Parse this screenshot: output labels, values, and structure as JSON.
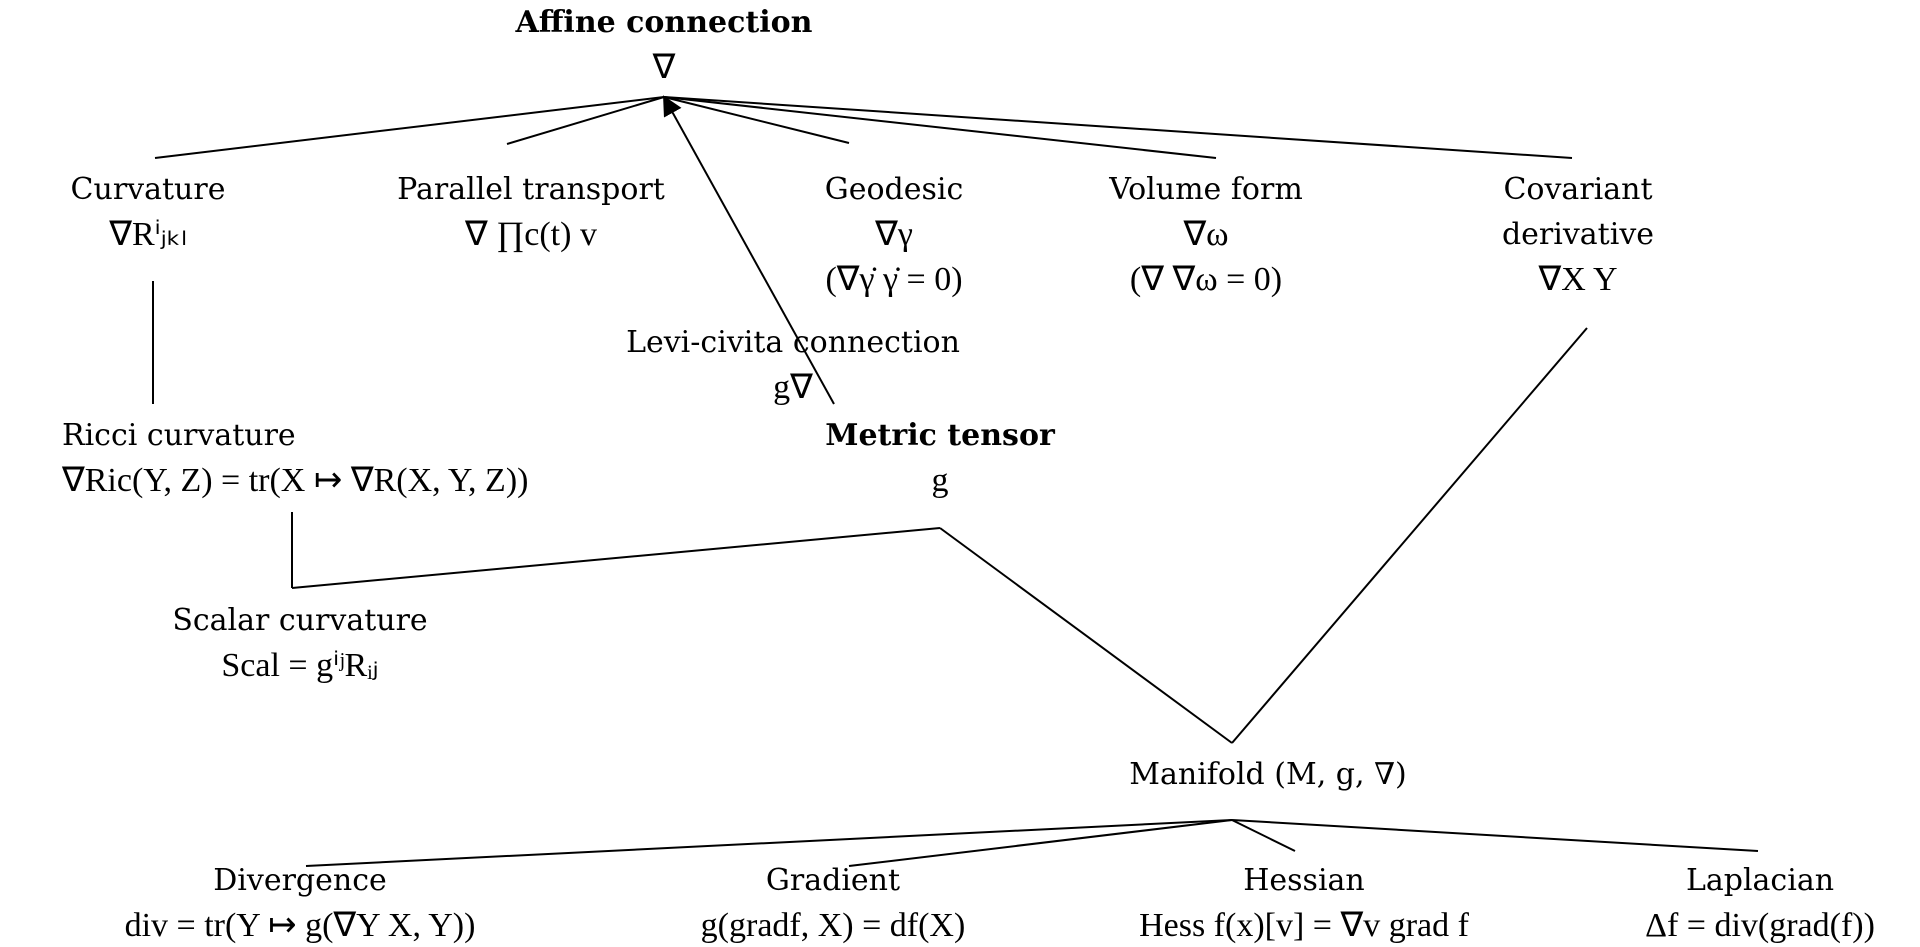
{
  "nodes": {
    "affine": {
      "title": "Affine connection",
      "formula": "∇"
    },
    "curv": {
      "title": "Curvature",
      "formula": "∇Rⁱⱼₖₗ"
    },
    "parallel": {
      "title": "Parallel transport",
      "formula": "∇ ∏c(t) v"
    },
    "geodesic": {
      "title": "Geodesic",
      "formula": "∇γ",
      "formula2": "(∇γ̇ γ̇ = 0)"
    },
    "volume": {
      "title": "Volume form",
      "formula": "∇ω",
      "formula2": "(∇ ∇ω = 0)"
    },
    "covar": {
      "title": "Covariant",
      "title2": "derivative",
      "formula": "∇X Y"
    },
    "levi": {
      "title": "Levi-civita connection",
      "formula": "g∇"
    },
    "ricci": {
      "title": "Ricci curvature",
      "formula": "∇Ric(Y, Z) = tr(X ↦ ∇R(X, Y, Z))"
    },
    "metric": {
      "title": "Metric tensor",
      "formula": "g"
    },
    "scalar": {
      "title": "Scalar curvature",
      "formula": "Scal = gⁱʲRᵢⱼ"
    },
    "manifold": {
      "title": "Manifold (M, g, ∇)"
    },
    "div": {
      "title": "Divergence",
      "formula": "div = tr(Y ↦ g(∇Y X, Y))"
    },
    "grad": {
      "title": "Gradient",
      "formula": "g(gradf, X) = df(X)"
    },
    "hess": {
      "title": "Hessian",
      "formula": "Hess f(x)[v] = ∇v grad f"
    },
    "lap": {
      "title": "Laplacian",
      "formula": "Δf = div(grad(f))"
    }
  },
  "edges": [
    {
      "from": "affine",
      "to": "curv"
    },
    {
      "from": "affine",
      "to": "parallel"
    },
    {
      "from": "affine",
      "to": "geodesic"
    },
    {
      "from": "affine",
      "to": "volume"
    },
    {
      "from": "affine",
      "to": "covar"
    },
    {
      "from": "metric",
      "to": "affine",
      "arrow": true
    },
    {
      "from": "curv",
      "to": "ricci"
    },
    {
      "from": "ricci",
      "to": "scalar"
    },
    {
      "from": "metric",
      "to": "scalar"
    },
    {
      "from": "metric",
      "to": "manifold"
    },
    {
      "from": "covar",
      "to": "manifold"
    },
    {
      "from": "manifold",
      "to": "div"
    },
    {
      "from": "manifold",
      "to": "grad"
    },
    {
      "from": "manifold",
      "to": "hess"
    },
    {
      "from": "manifold",
      "to": "lap"
    }
  ]
}
